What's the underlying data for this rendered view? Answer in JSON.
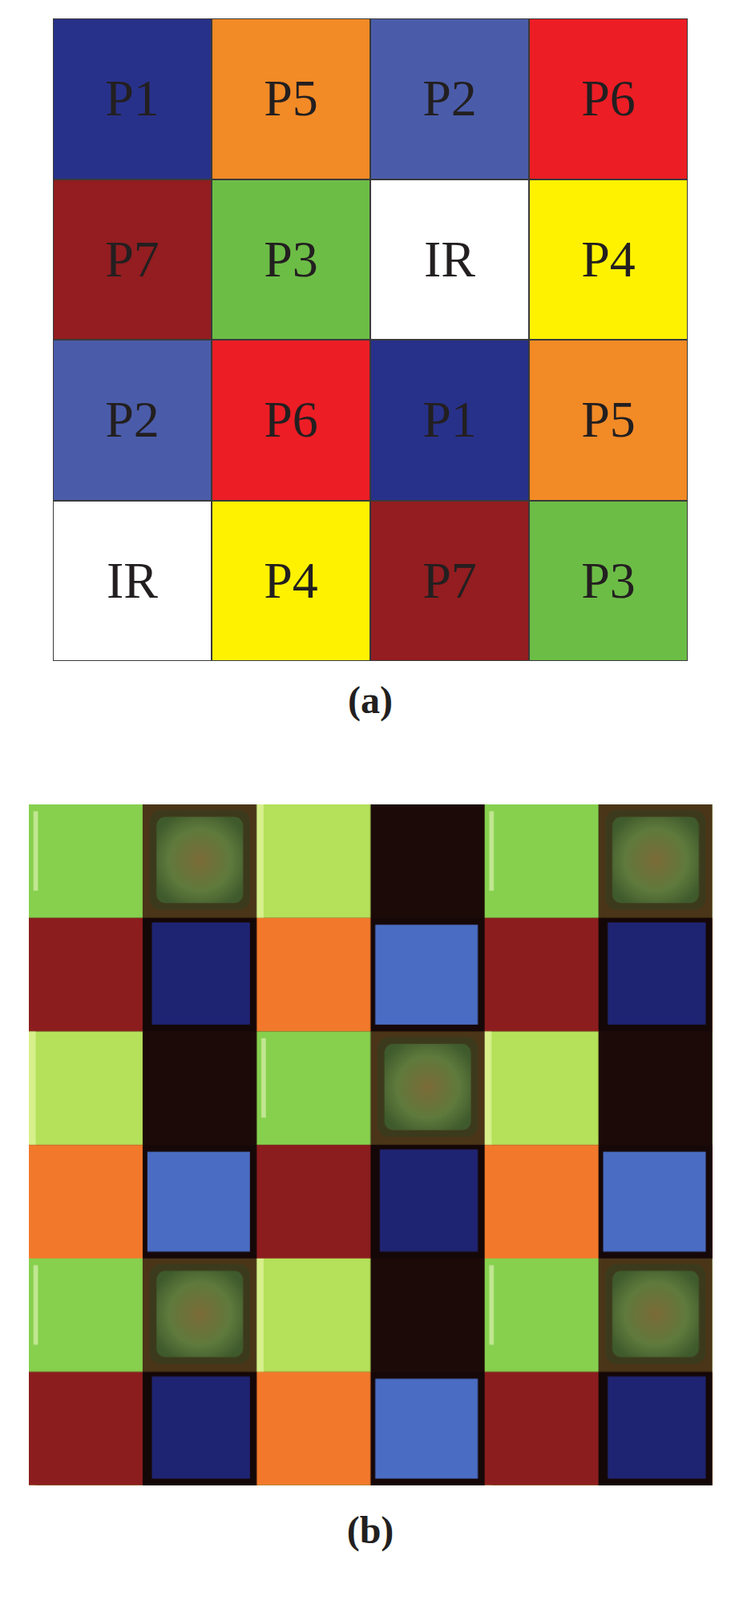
{
  "diagram": {
    "nodes": [
      {
        "text": [
          "P1"
        ]
      },
      {
        "text": [
          "P5"
        ]
      },
      {
        "text": [
          "P2"
        ]
      },
      {
        "text": [
          "P6"
        ]
      },
      {
        "text": [
          "P7"
        ]
      },
      {
        "text": [
          "P3"
        ]
      },
      {
        "text": [
          "IR"
        ]
      },
      {
        "text": [
          "P4"
        ]
      },
      {
        "text": [
          "P2"
        ]
      },
      {
        "text": [
          "P6"
        ]
      },
      {
        "text": [
          "P1"
        ]
      },
      {
        "text": [
          "P5"
        ]
      },
      {
        "text": [
          "IR"
        ]
      },
      {
        "text": [
          "P4"
        ]
      },
      {
        "text": [
          "P7"
        ]
      },
      {
        "text": [
          "P3"
        ]
      }
    ],
    "labels": [
      "(a)",
      "(b)"
    ]
  }
}
